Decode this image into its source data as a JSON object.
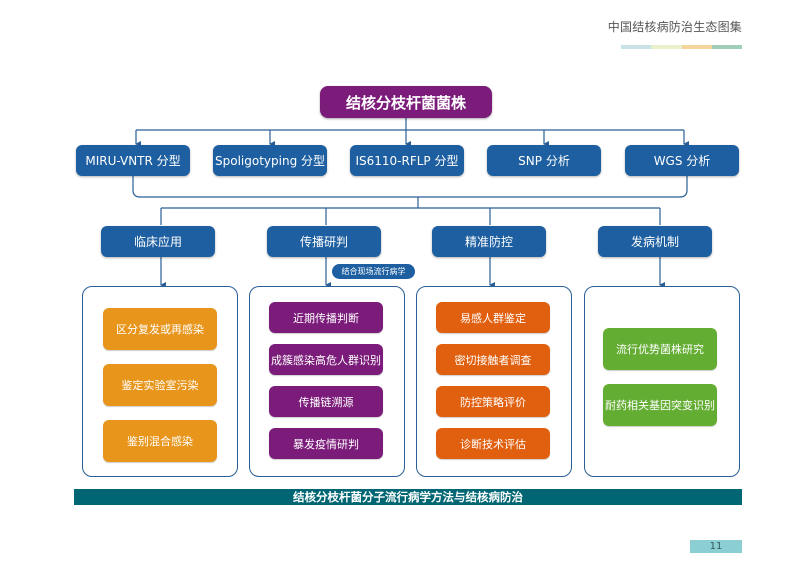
{
  "header": {
    "title": "中国结核病防治生态图集",
    "color_bar": [
      "#c8e2e6",
      "#e9f0cc",
      "#f6d49c",
      "#9fcfb6"
    ]
  },
  "colors": {
    "root": "#7b1c7a",
    "node_blue": "#1d5fa0",
    "clinical": "#e8951b",
    "transmission": "#7b1c7a",
    "prevention": "#e0600f",
    "pathogenesis": "#64ad33",
    "band": "#006673",
    "connector": "#2a5e96"
  },
  "root": {
    "label": "结核分枝杆菌菌株"
  },
  "methods": [
    {
      "label": "MIRU-VNTR 分型"
    },
    {
      "label": "Spoligotyping 分型"
    },
    {
      "label": "IS6110-RFLP 分型"
    },
    {
      "label": "SNP 分析"
    },
    {
      "label": "WGS 分析"
    }
  ],
  "applications": [
    {
      "label": "临床应用",
      "items": [
        "区分复发或再感染",
        "鉴定实验室污染",
        "鉴别混合感染"
      ]
    },
    {
      "label": "传播研判",
      "items": [
        "近期传播判断",
        "成簇感染高危人群识别",
        "传播链溯源",
        "暴发疫情研判"
      ]
    },
    {
      "label": "精准防控",
      "items": [
        "易感人群鉴定",
        "密切接触者调查",
        "防控策略评价",
        "诊断技术评估"
      ]
    },
    {
      "label": "发病机制",
      "items": [
        "流行优势菌株研究",
        "耐药相关基因突变识别"
      ]
    }
  ],
  "badge": {
    "label": "结合现场流行病学"
  },
  "footer_band": {
    "label": "结核分枝杆菌分子流行病学方法与结核病防治"
  },
  "page_number": "11"
}
